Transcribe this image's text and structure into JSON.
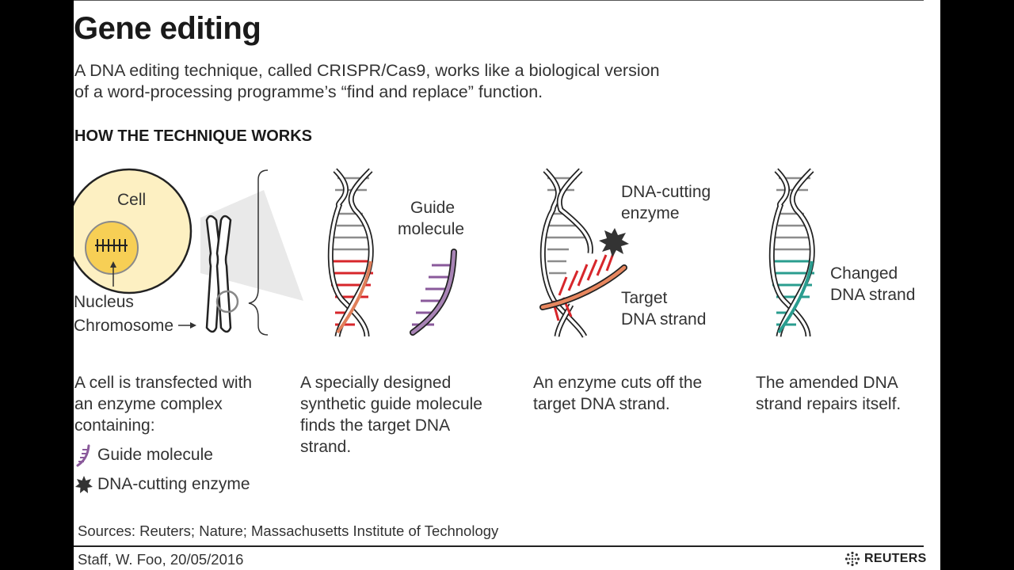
{
  "header": {
    "title": "Gene editing",
    "intro_line1": "A DNA editing technique, called CRISPR/Cas9, works like a biological version",
    "intro_line2": "of a word-processing programme’s “find and replace” function.",
    "section": "HOW THE TECHNIQUE WORKS"
  },
  "labels": {
    "cell": "Cell",
    "nucleus": "Nucleus",
    "chromosome": "Chromosome",
    "guide_line1": "Guide",
    "guide_line2": "molecule",
    "enzyme_line1": "DNA-cutting",
    "enzyme_line2": "enzyme",
    "target_line1": "Target",
    "target_line2": "DNA strand",
    "changed_line1": "Changed",
    "changed_line2": "DNA strand"
  },
  "steps": [
    {
      "lines": [
        "A cell is transfected with",
        "an enzyme complex",
        "containing:"
      ]
    },
    {
      "lines": [
        "A specially designed",
        "synthetic guide molecule",
        "finds the target DNA",
        "strand."
      ]
    },
    {
      "lines": [
        "An enzyme cuts off the",
        "target DNA strand."
      ]
    },
    {
      "lines": [
        "The amended DNA",
        "strand repairs itself."
      ]
    }
  ],
  "legend": {
    "guide": "Guide molecule",
    "enzyme": "DNA-cutting enzyme"
  },
  "footer": {
    "sources": "Sources: Reuters; Nature; Massachusetts Institute of Technology",
    "credit": "Staff, W. Foo,  20/05/2016",
    "brand": "REUTERS"
  },
  "colors": {
    "cell_fill": "#fdf0c2",
    "nucleus_fill": "#f7cf55",
    "target_red": "#d7262b",
    "guide_purple": "#8a5a9b",
    "changed_teal": "#2a9d8f",
    "rung_gray": "#8c8c8c"
  }
}
